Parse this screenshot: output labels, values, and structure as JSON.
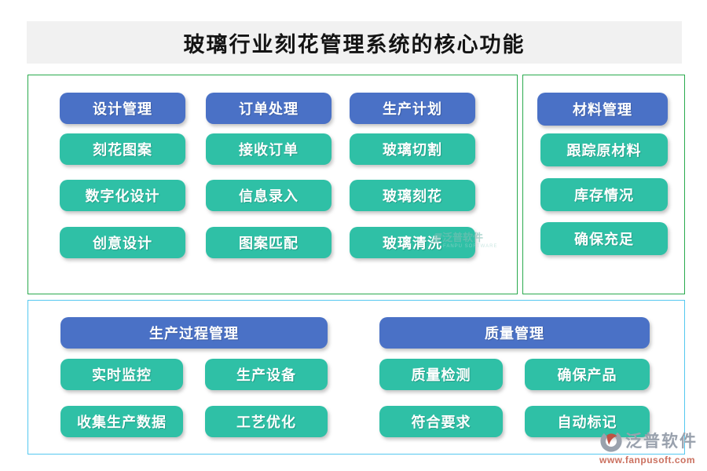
{
  "title": "玻璃行业刻花管理系统的核心功能",
  "colors": {
    "blue": "#4a71c6",
    "teal": "#2fc0a6",
    "green_border": "#2aaa4e",
    "cyan_border": "#55c8f0",
    "title_bg": "#f1f1f1"
  },
  "panels": {
    "top_left": {
      "columns": [
        {
          "header": "设计管理",
          "items": [
            "刻花图案",
            "数字化设计",
            "创意设计"
          ]
        },
        {
          "header": "订单处理",
          "items": [
            "接收订单",
            "信息录入",
            "图案匹配"
          ]
        },
        {
          "header": "生产计划",
          "items": [
            "玻璃切割",
            "玻璃刻花",
            "玻璃清洗"
          ]
        }
      ]
    },
    "top_right": {
      "header": "材料管理",
      "items": [
        "跟踪原材料",
        "库存情况",
        "确保充足"
      ]
    },
    "bottom": {
      "groups": [
        {
          "header": "生产过程管理",
          "items": [
            "实时监控",
            "生产设备",
            "收集生产数据",
            "工艺优化"
          ]
        },
        {
          "header": "质量管理",
          "items": [
            "质量检测",
            "确保产品",
            "符合要求",
            "自动标记"
          ]
        }
      ]
    }
  },
  "watermark": {
    "text": "泛普软件",
    "subtext": "FANPU SOFTWARE"
  },
  "logo": {
    "brand": "泛普软件",
    "url": "www.fanpusoft.com"
  }
}
